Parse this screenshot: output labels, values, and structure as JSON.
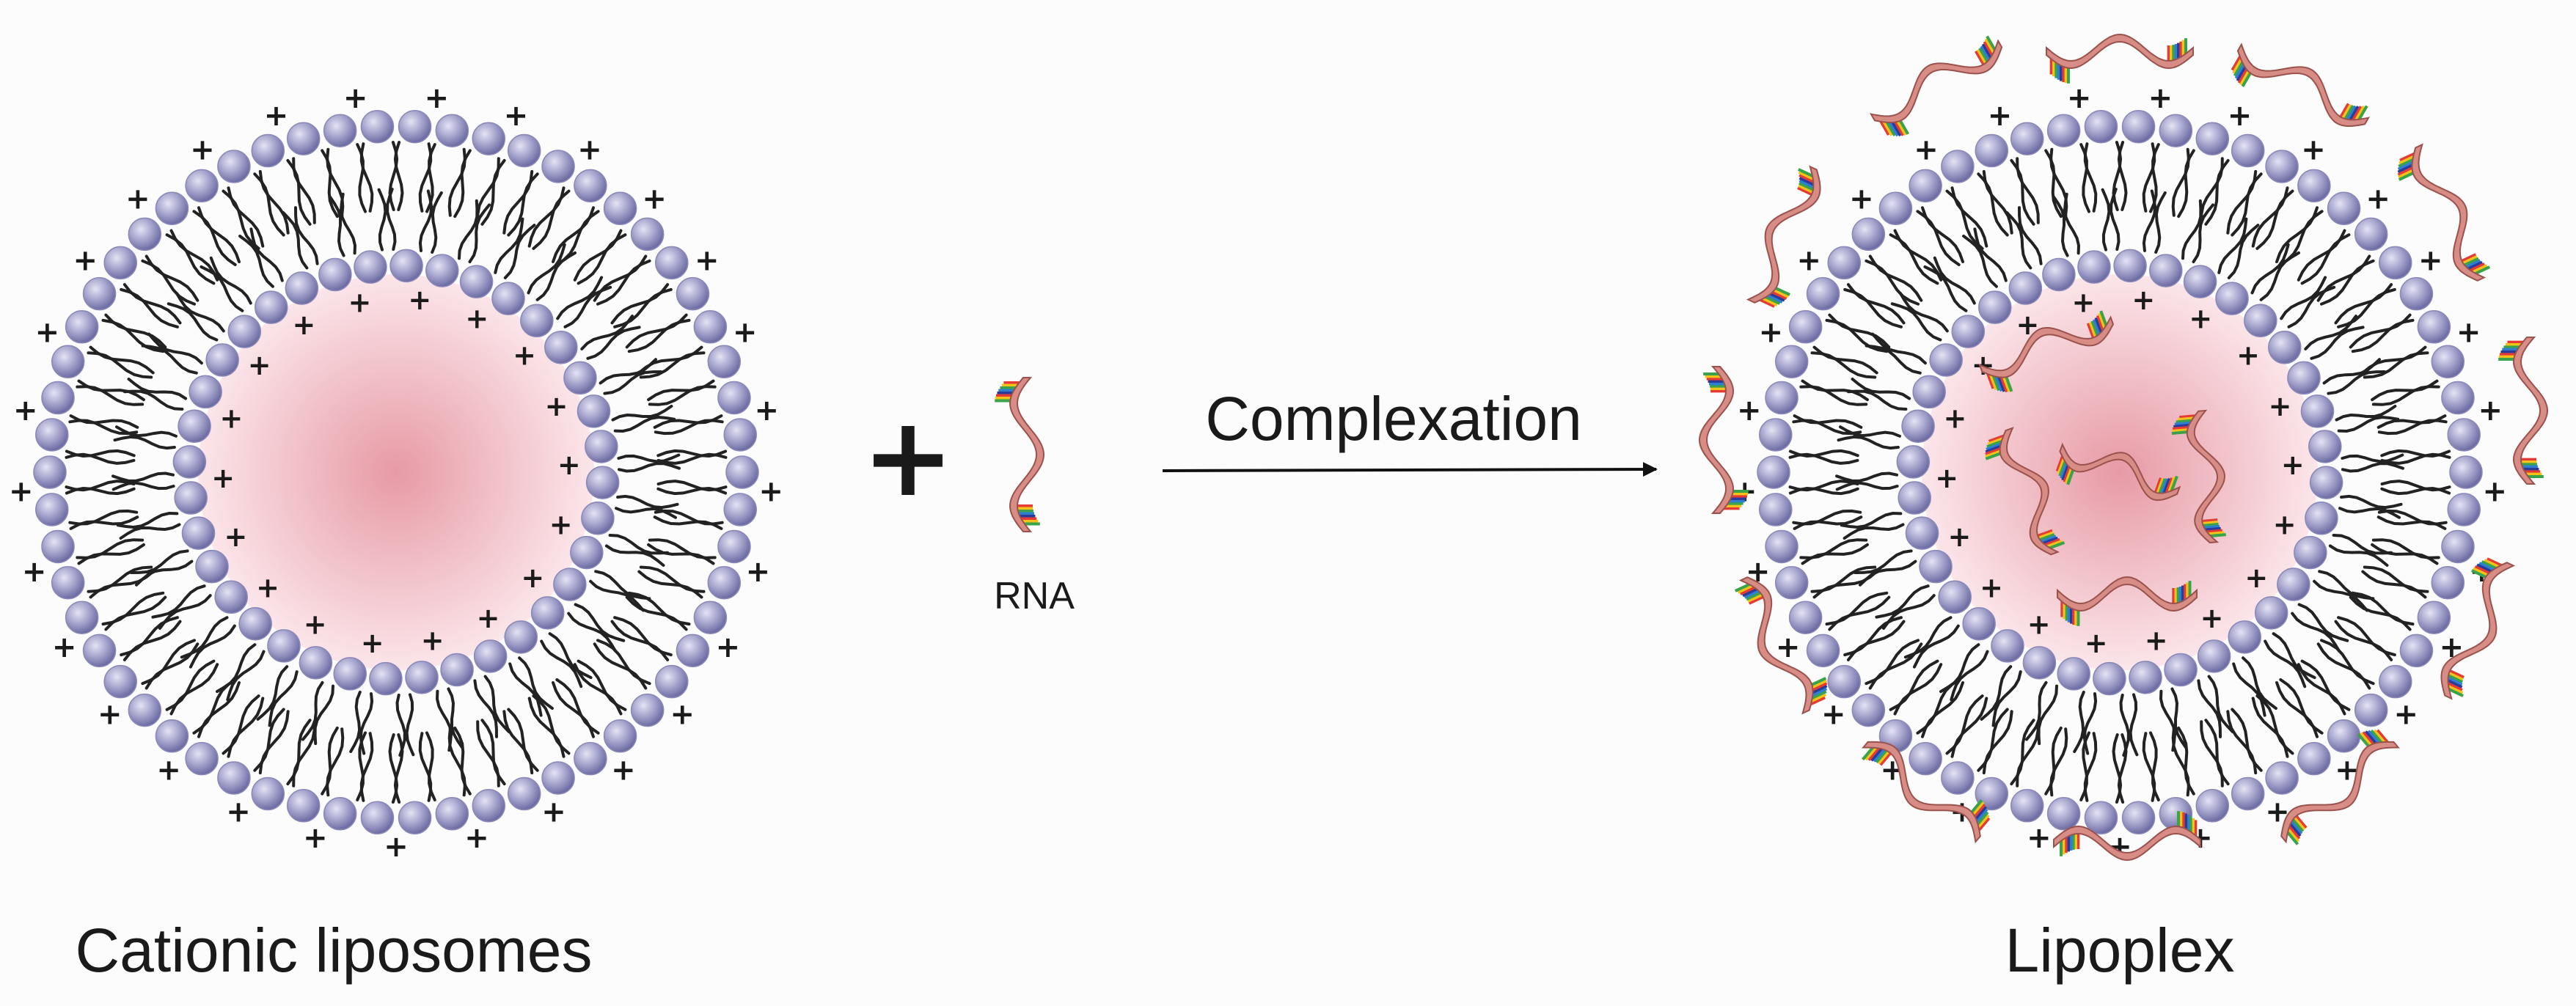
{
  "labels": {
    "left_caption": "Cationic liposomes",
    "right_caption": "Lipoplex",
    "rna_label": "RNA",
    "process_label": "Complexation",
    "plus_operator": "+",
    "charge_symbol": "+"
  },
  "colors": {
    "background": "#fcfcfc",
    "core_center": "#e79aa5",
    "core_edge": "#fbe6ea",
    "lipid_head": "#a3a2cb",
    "lipid_head_shade": "#6d6ca3",
    "lipid_tail": "#222222",
    "rna_backbone": "#d88c86",
    "rna_backbone_edge": "#9a524d",
    "base_colors": [
      "#e53b35",
      "#f2c21b",
      "#3aa34a",
      "#2f7fd0",
      "#2a3b9a"
    ]
  },
  "icons": {
    "liposome": "liposome-bilayer-icon",
    "rna": "rna-strand-icon",
    "arrow": "arrow-right-icon"
  }
}
